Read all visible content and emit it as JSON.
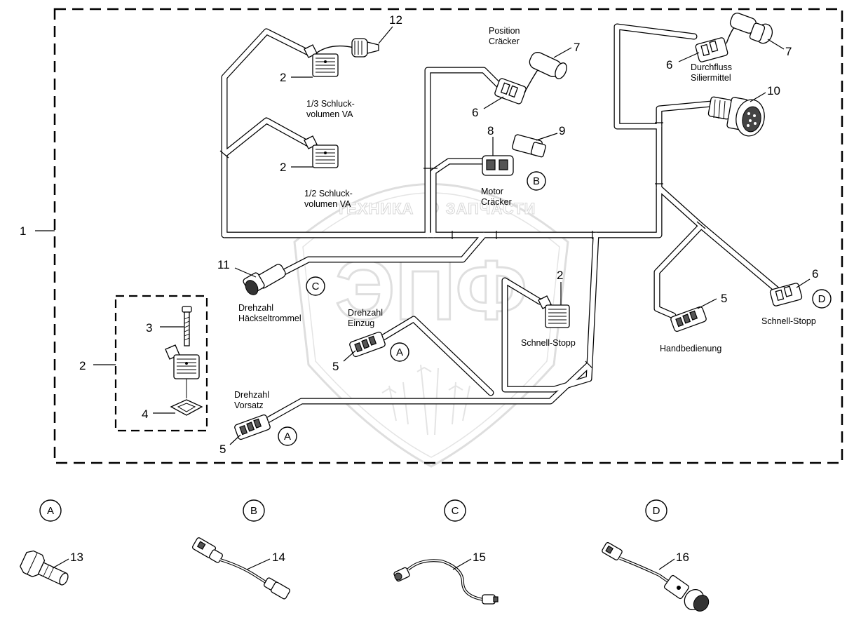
{
  "watermark": {
    "left": "ТЕХНИКА",
    "right": "ЗАПЧАСТИ",
    "logo": "ЭПФ"
  },
  "callouts": {
    "c1": "1",
    "c2_main": "2",
    "c2_a": "2",
    "c2_b": "2",
    "c2_c": "2",
    "c3": "3",
    "c4": "4",
    "c5_a": "5",
    "c5_b": "5",
    "c5_c": "5",
    "c6_a": "6",
    "c6_b": "6",
    "c6_c": "6",
    "c7_a": "7",
    "c7_b": "7",
    "c8": "8",
    "c9": "9",
    "c10": "10",
    "c11": "11",
    "c12": "12",
    "c13": "13",
    "c14": "14",
    "c15": "15",
    "c16": "16"
  },
  "labels": {
    "schluck13_l1": "1/3 Schluck-",
    "schluck13_l2": "volumen VA",
    "schluck12_l1": "1/2 Schluck-",
    "schluck12_l2": "volumen VA",
    "position_l1": "Position",
    "position_l2": "Cräcker",
    "motor_l1": "Motor",
    "motor_l2": "Cräcker",
    "durchfluss_l1": "Durchfluss",
    "durchfluss_l2": "Siliermittel",
    "haecksel_l1": "Drehzahl",
    "haecksel_l2": "Häckseltrommel",
    "einzug_l1": "Drehzahl",
    "einzug_l2": "Einzug",
    "vorsatz_l1": "Drehzahl",
    "vorsatz_l2": "Vorsatz",
    "schnellstopp_center": "Schnell-Stopp",
    "schnellstopp_right": "Schnell-Stopp",
    "handbedienung": "Handbedienung"
  },
  "variant_markers": {
    "a1": "A",
    "a2": "A",
    "b1": "B",
    "c1": "C",
    "d1": "D"
  },
  "variants": [
    {
      "letter": "A",
      "part": "13"
    },
    {
      "letter": "B",
      "part": "14"
    },
    {
      "letter": "C",
      "part": "15"
    },
    {
      "letter": "D",
      "part": "16"
    }
  ]
}
